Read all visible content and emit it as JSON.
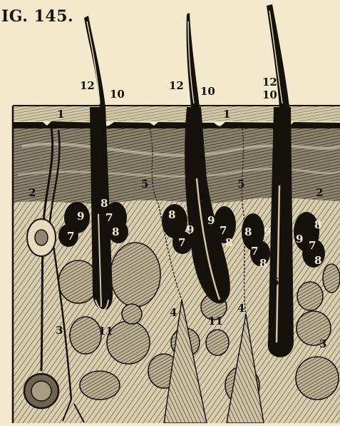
{
  "figure": {
    "caption": "IG. 145.",
    "labels": {
      "epidermis": "1",
      "nerve": "2",
      "blood_vessel": "3",
      "duct": "4",
      "dermis": "5",
      "hair_root": "6",
      "gland_a": "7",
      "gland_b": "8",
      "gland_c": "9",
      "follicle_mouth": "10",
      "papilla": "11",
      "hair_shaft": "12"
    }
  },
  "colors": {
    "paper": "#f3e9cc",
    "ink": "#15120d",
    "tissue": "#d9cfae",
    "fat_light": "#e6dcbd"
  }
}
